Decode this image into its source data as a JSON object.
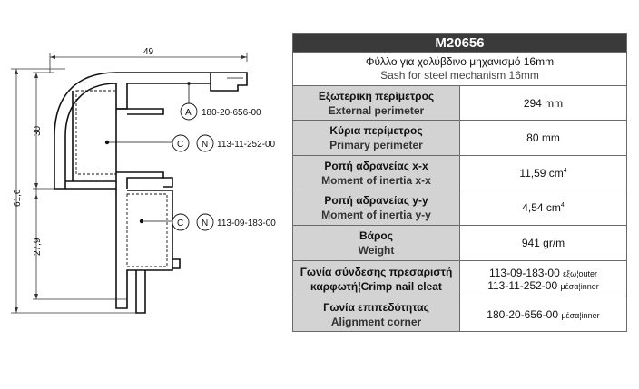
{
  "drawing": {
    "dim_width": "49",
    "dim_height_total": "61,6",
    "dim_height_top": "30",
    "dim_height_bottom": "27,9",
    "callouts": [
      {
        "letters": [
          "A"
        ],
        "code": "180-20-656-00"
      },
      {
        "letters": [
          "C",
          "N"
        ],
        "code": "113-11-252-00"
      },
      {
        "letters": [
          "C",
          "N"
        ],
        "code": "113-09-183-00"
      }
    ]
  },
  "table": {
    "code": "M20656",
    "title_gr": "Φύλλο για χαλύβδινο μηχανισμό 16mm",
    "title_en": "Sash for steel mechanism 16mm",
    "rows": [
      {
        "label_gr": "Εξωτερική περίμετρος",
        "label_en": "External perimeter",
        "value": "294 mm"
      },
      {
        "label_gr": "Κύρια περίμετρος",
        "label_en": "Primary perimeter",
        "value": "80 mm"
      },
      {
        "label_gr": "Ροπή αδρανείας x-x",
        "label_en": "Moment of inertia x-x",
        "value": "11,59 cm",
        "sup": "4"
      },
      {
        "label_gr": "Ροπή αδρανείας y-y",
        "label_en": "Moment of inertia y-y",
        "value": "4,54 cm",
        "sup": "4"
      },
      {
        "label_gr": "Βάρος",
        "label_en": "Weight",
        "value": "941 gr/m"
      }
    ],
    "crimp": {
      "label_gr": "Γωνία σύνδεσης πρεσαριστή",
      "label_mixed": "καρφωτή¦Crimp nail cleat",
      "v1": "113-09-183-00",
      "v1_note": "έξω¦outer",
      "v2": "113-11-252-00",
      "v2_note": "μέσα¦inner"
    },
    "alignment": {
      "label_gr": "Γωνία επιπεδότητας",
      "label_en": "Alignment corner",
      "value": "180-20-656-00",
      "note": "μέσα¦inner"
    }
  }
}
